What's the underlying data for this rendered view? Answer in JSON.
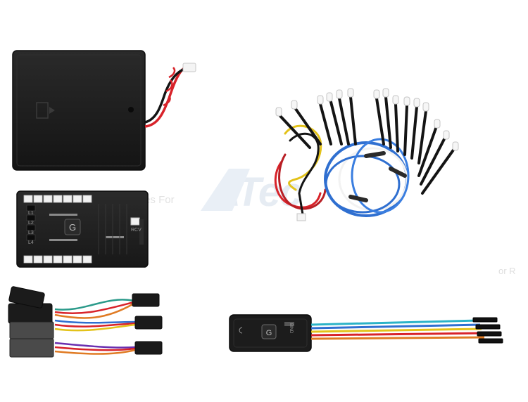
{
  "watermark": {
    "main": "ATec",
    "sub": "Increase Opportunities For",
    "corner": "or R"
  },
  "controller_labels": {
    "port_labels": [
      "L1",
      "L2",
      "L3",
      "L4"
    ],
    "rcv_label": "RCV",
    "bind_label": "BIND"
  },
  "colors": {
    "battery_box": "#1b1b1b",
    "controller": "#1e1e1e",
    "wire_red": "#d8232a",
    "wire_blue": "#2f6fd0",
    "wire_yellow": "#e3c21a",
    "wire_black": "#141414",
    "wire_white": "#f2f2f2"
  }
}
